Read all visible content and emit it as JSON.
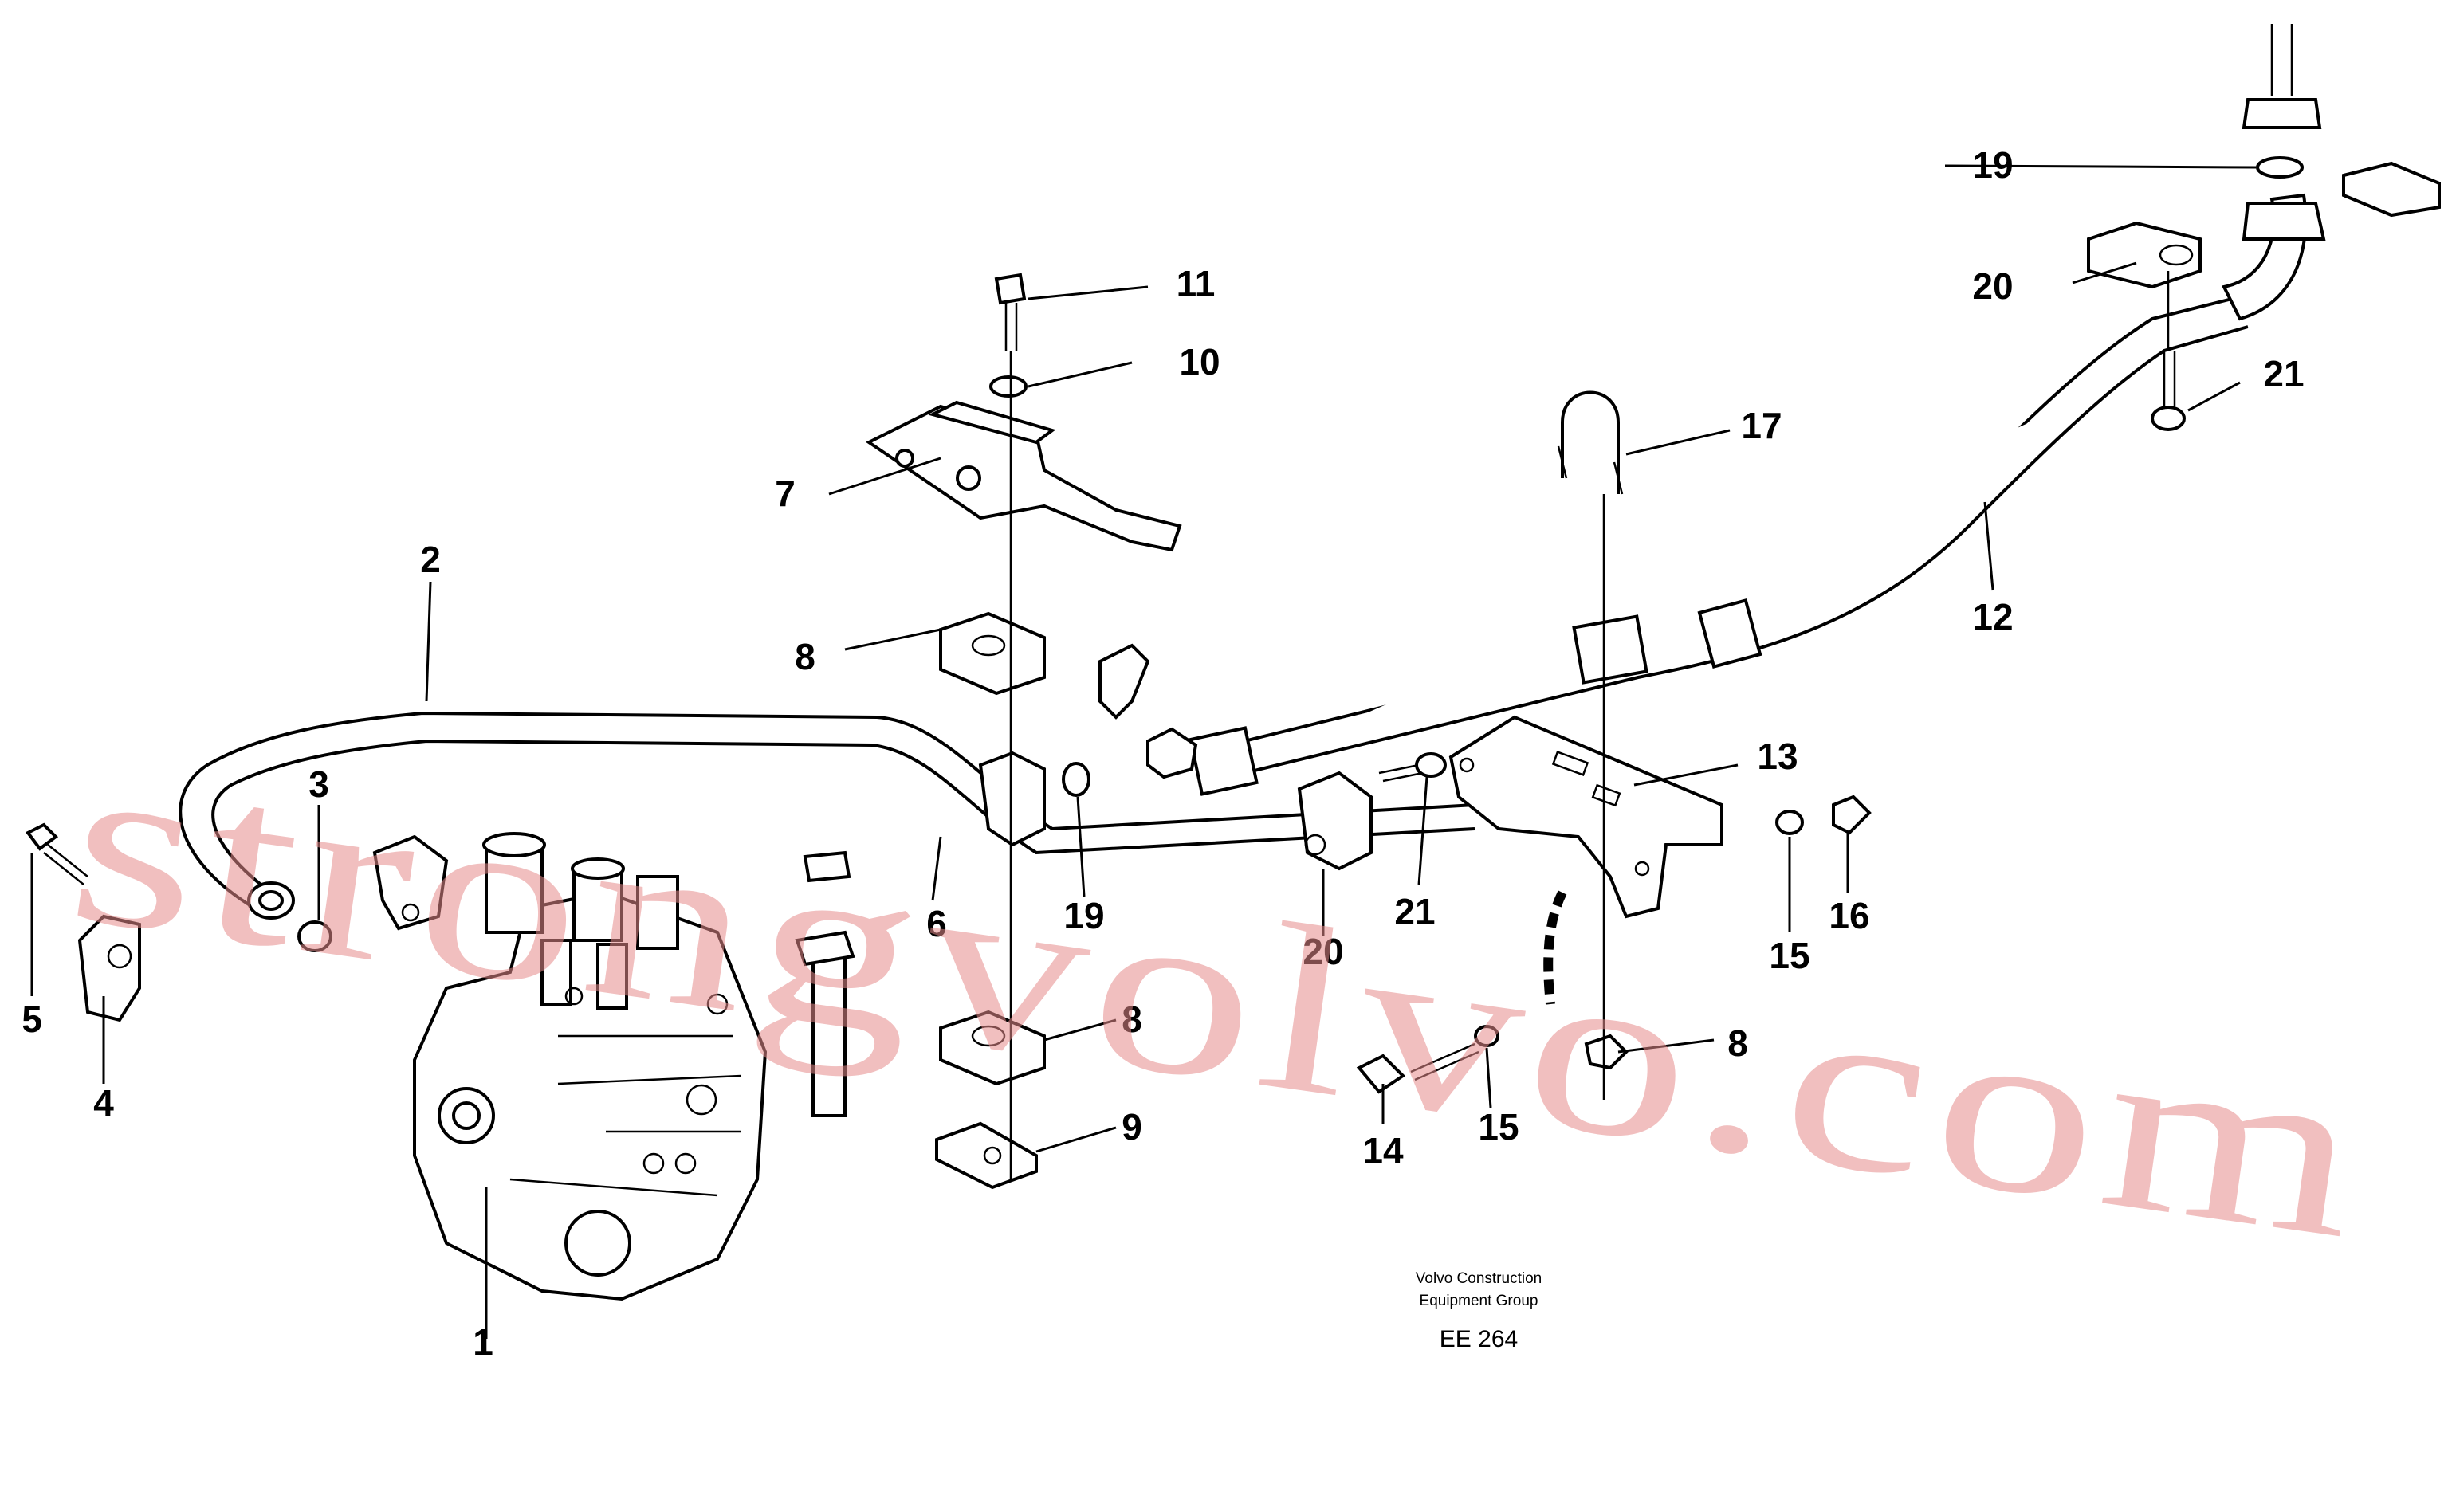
{
  "callouts": [
    "1",
    "2",
    "3",
    "4",
    "5",
    "6",
    "7",
    "8",
    "8",
    "8",
    "9",
    "10",
    "11",
    "12",
    "13",
    "14",
    "15",
    "15",
    "16",
    "17",
    "19",
    "19",
    "20",
    "20",
    "21",
    "21"
  ],
  "credit": {
    "line1": "Volvo Construction",
    "line2": "Equipment Group",
    "code": "EE 264"
  },
  "watermark": "strongvolvo.com",
  "colors": {
    "line": "#000000",
    "watermark": "#e58a8a"
  }
}
